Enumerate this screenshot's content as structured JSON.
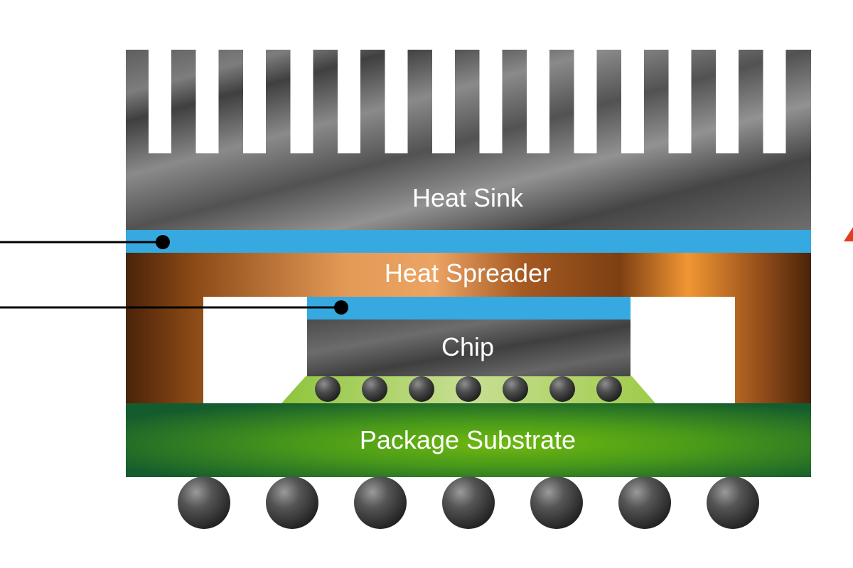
{
  "diagram": {
    "labels": {
      "heat_sink": "Heat Sink",
      "heat_spreader": "Heat Spreader",
      "chip": "Chip",
      "package_substrate": "Package Substrate"
    },
    "colors": {
      "background": "#ffffff",
      "thermal_interface": "#36a9e1",
      "leader_line": "#000000",
      "warning_accent": "#e23b1f"
    },
    "counts": {
      "heat_sink_fins": 15,
      "micro_bumps": 7,
      "solder_balls": 7
    }
  }
}
